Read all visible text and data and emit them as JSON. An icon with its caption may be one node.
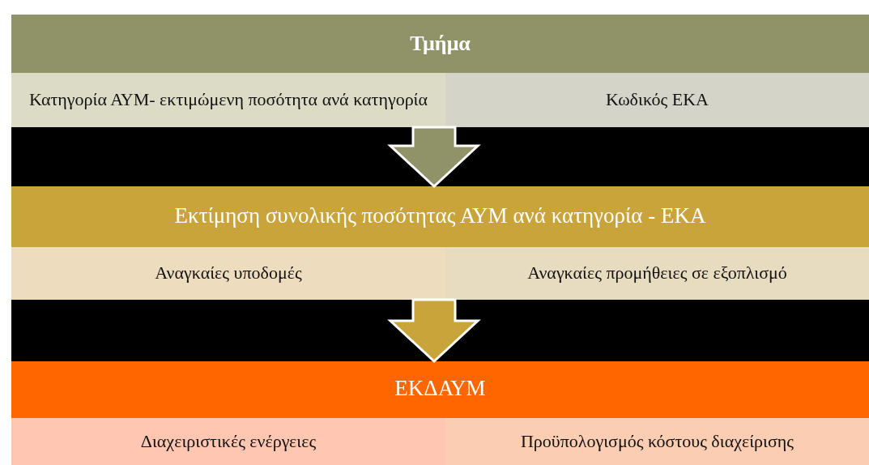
{
  "diagram": {
    "nodes": [
      {
        "text": [
          "Τμήμα"
        ]
      },
      {
        "text": [
          "Κατηγορία ΑΥΜ- εκτιμώμενη ποσότητα ανά κατηγορία"
        ],
        "in": 0
      },
      {
        "text": [
          "Κωδικός ΕΚΑ"
        ],
        "in": 0
      },
      {
        "text": [
          "Εκτίμηση συνολικής ποσότητας ΑΥΜ ανά κατηγορία - ΕΚΑ"
        ]
      },
      {
        "text": [
          "Αναγκαίες υποδομές"
        ],
        "in": 3
      },
      {
        "text": [
          "Αναγκαίες προμήθειες σε εξοπλισμό"
        ],
        "in": 3
      },
      {
        "text": [
          "ΕΚΔΑΥΜ"
        ]
      },
      {
        "text": [
          "Διαχειριστικές ενέργειες"
        ],
        "in": 6
      },
      {
        "text": [
          "Προϋπολογισμός κόστους διαχείρισης"
        ],
        "in": 6
      }
    ],
    "edges": [
      {
        "from": 0,
        "to": 3,
        "arrow": "to",
        "color": "#8f9367"
      },
      {
        "from": 3,
        "to": 6,
        "arrow": "to",
        "color": "#c9a43a"
      }
    ]
  }
}
